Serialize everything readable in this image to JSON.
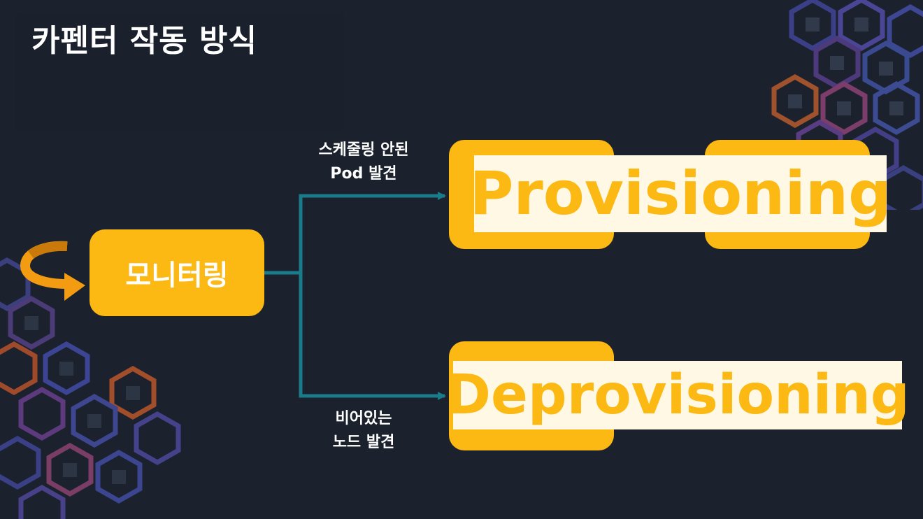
{
  "title": "카펜터 작동 방식",
  "monitor": {
    "label": "모니터링"
  },
  "provisioning": {
    "caption_line1": "스케줄링 안된",
    "caption_line2": "Pod 발견",
    "label": "Provisioning"
  },
  "deprovisioning": {
    "caption_line1": "비어있는",
    "caption_line2": "노드 발견",
    "label": "Deprovisioning"
  },
  "colors": {
    "background": "#1b222d",
    "box": "#fcb813",
    "band": "#fff8e4",
    "arrow": "#1a7b8a",
    "loop_arrow": "#f39c12"
  },
  "icons": [
    "loop-arrow-icon",
    "hexagon-pattern-decoration"
  ]
}
